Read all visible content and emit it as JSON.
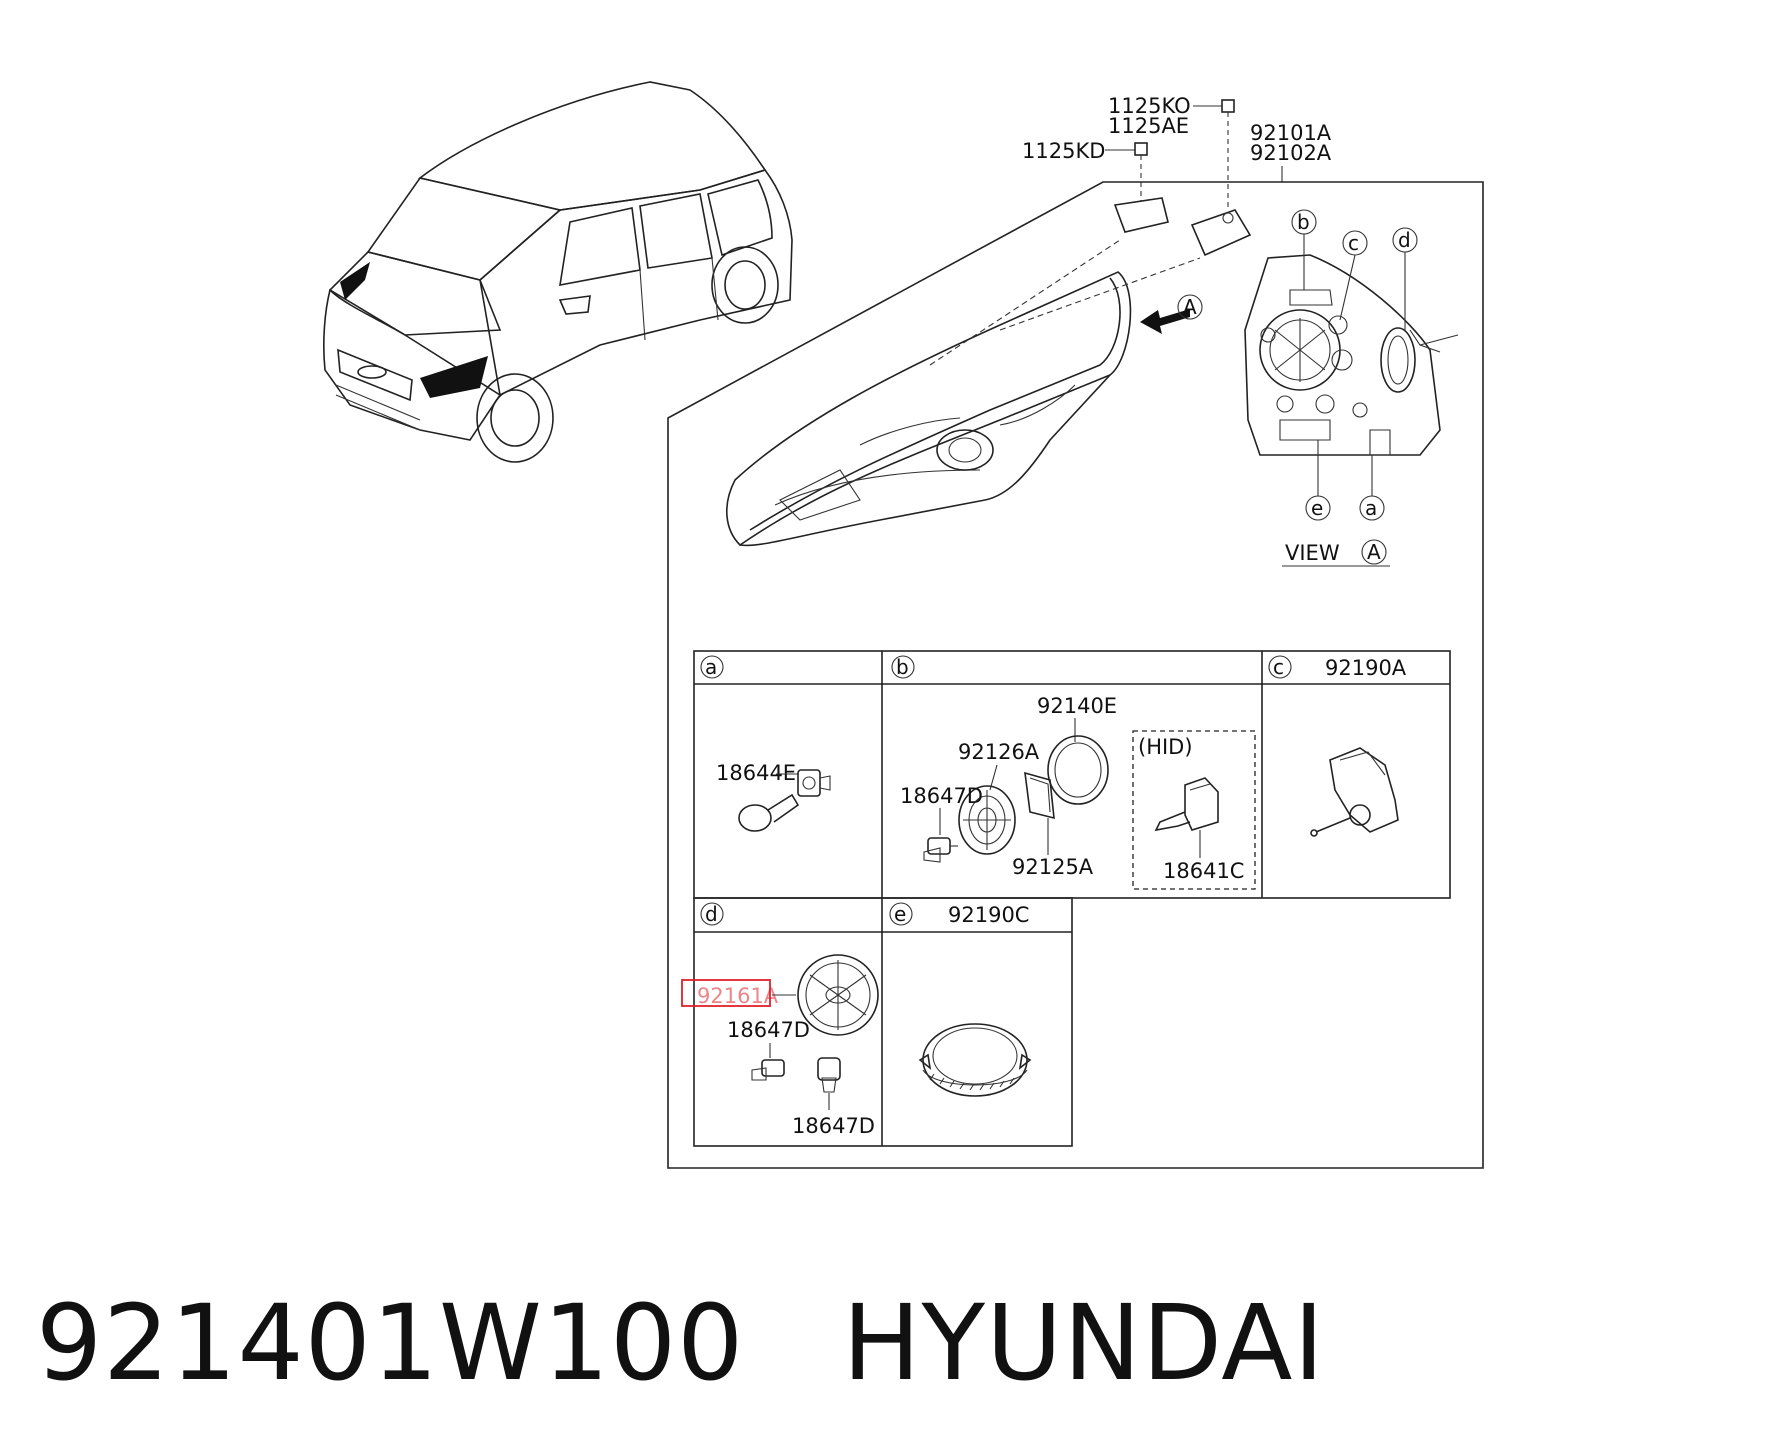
{
  "labels": {
    "bolt_1125ko": "1125KO",
    "bolt_1125ae": "1125AE",
    "bolt_1125kd": "1125KD",
    "assy_left": "92101A",
    "assy_right": "92102A",
    "view_word": "VIEW",
    "view_letter": "A",
    "arrow_letter": "A",
    "callout_a": "a",
    "callout_b": "b",
    "callout_c": "c",
    "callout_d": "d",
    "callout_e": "e"
  },
  "table": {
    "a": {
      "letter": "a",
      "parts": [
        "18644E"
      ]
    },
    "b": {
      "letter": "b",
      "parts": [
        "92140E",
        "92126A",
        "18647D",
        "92125A",
        "18641C"
      ],
      "hid_label": "(HID)"
    },
    "c": {
      "letter": "c",
      "header_part": "92190A"
    },
    "d": {
      "letter": "d",
      "parts": [
        "92161A",
        "18647D",
        "18647D"
      ]
    },
    "e": {
      "letter": "e",
      "header_part": "92190C"
    }
  },
  "highlight": {
    "part": "92161A",
    "color": "#e0202a"
  },
  "caption": {
    "part_number": "921401W100",
    "brand": "HYUNDAI"
  }
}
